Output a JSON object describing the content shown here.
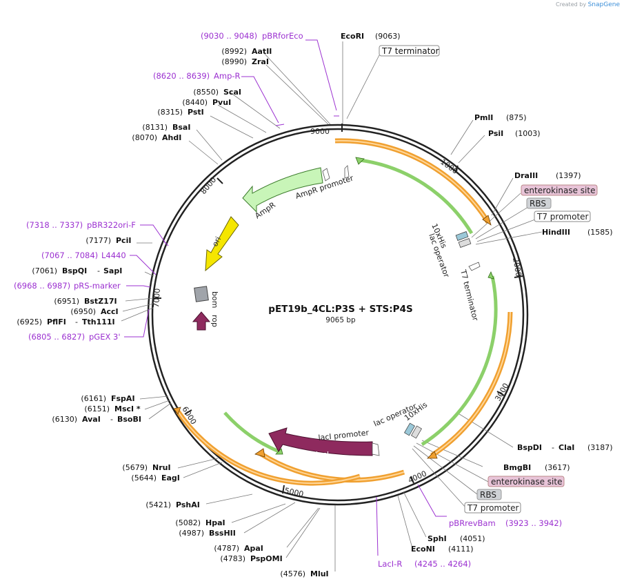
{
  "credit": {
    "prefix": "Created by",
    "brand": "SnapGene"
  },
  "plasmid": {
    "name": "pET19b_4CL:P3S + STS:P4S",
    "length": "9065 bp"
  },
  "ticks": [
    "1000",
    "2000",
    "3000",
    "4000",
    "5000",
    "6000",
    "7000",
    "8000",
    "9000"
  ],
  "colors": {
    "feature_orange": "#f0a030",
    "feature_green": "#8cd06a",
    "lacI": "#8e2a5e",
    "ori": "#f5e600",
    "primer": "#9b30d0",
    "enterokinase_bg": "#e8c4d8",
    "rbs_bg": "#cfd2d6"
  },
  "sites": [
    {
      "name": "EcoRI",
      "pos": "(9063)"
    },
    {
      "name": "AatII",
      "pos": "(8992)"
    },
    {
      "name": "ZraI",
      "pos": "(8990)"
    },
    {
      "name": "ScaI",
      "pos": "(8550)"
    },
    {
      "name": "PvuI",
      "pos": "(8440)"
    },
    {
      "name": "PstI",
      "pos": "(8315)"
    },
    {
      "name": "BsaI",
      "pos": "(8131)"
    },
    {
      "name": "AhdI",
      "pos": "(8070)"
    },
    {
      "name": "PciI",
      "pos": "(7177)"
    },
    {
      "name": "BspQI",
      "pos": "(7061)",
      "alt": "SapI"
    },
    {
      "name": "BstZ17I",
      "pos": "(6951)"
    },
    {
      "name": "AccI",
      "pos": "(6950)"
    },
    {
      "name": "PflFI",
      "pos": "(6925)",
      "alt": "Tth111I"
    },
    {
      "name": "FspAI",
      "pos": "(6161)"
    },
    {
      "name": "MscI *",
      "pos": "(6151)"
    },
    {
      "name": "AvaI",
      "pos": "(6130)",
      "alt": "BsoBI"
    },
    {
      "name": "NruI",
      "pos": "(5679)"
    },
    {
      "name": "EagI",
      "pos": "(5644)"
    },
    {
      "name": "PshAI",
      "pos": "(5421)"
    },
    {
      "name": "HpaI",
      "pos": "(5082)"
    },
    {
      "name": "BssHII",
      "pos": "(4987)"
    },
    {
      "name": "ApaI",
      "pos": "(4787)"
    },
    {
      "name": "PspOMI",
      "pos": "(4783)"
    },
    {
      "name": "MluI",
      "pos": "(4576)"
    },
    {
      "name": "EcoNI",
      "pos": "(4111)"
    },
    {
      "name": "SphI",
      "pos": "(4051)"
    },
    {
      "name": "BmgBI",
      "pos": "(3617)"
    },
    {
      "name": "BspDI",
      "pos": "(3187)",
      "alt": "ClaI"
    },
    {
      "name": "HindIII",
      "pos": "(1585)"
    },
    {
      "name": "DraIII",
      "pos": "(1397)"
    },
    {
      "name": "PsiI",
      "pos": "(1003)"
    },
    {
      "name": "PmlI",
      "pos": "(875)"
    }
  ],
  "primers": [
    {
      "name": "pBRforEco",
      "range": "(9030 .. 9048)"
    },
    {
      "name": "Amp-R",
      "range": "(8620 .. 8639)"
    },
    {
      "name": "pBR322ori-F",
      "range": "(7318 .. 7337)"
    },
    {
      "name": "L4440",
      "range": "(7067 .. 7084)"
    },
    {
      "name": "pRS-marker",
      "range": "(6968 .. 6987)"
    },
    {
      "name": "pGEX 3'",
      "range": "(6805 .. 6827)"
    },
    {
      "name": "LacI-R",
      "range": "(4245 .. 4264)"
    },
    {
      "name": "pBRrevBam",
      "range": "(3923 .. 3942)"
    }
  ],
  "boxed": {
    "t7_terminator_top": "T7 terminator",
    "enterokinase_1": "enterokinase site",
    "rbs_1": "RBS",
    "t7_promoter_1": "T7 promoter",
    "enterokinase_2": "enterokinase site",
    "rbs_2": "RBS",
    "t7_promoter_2": "T7 promoter"
  },
  "features": {
    "ampr": "AmpR",
    "ampr_promoter": "AmpR promoter",
    "ori": "ori",
    "bom": "bom",
    "rop": "rop",
    "tag_1": "10xHis",
    "lac_op_1": "lac operator",
    "t7_term_inner": "T7 terminator",
    "laci": "lacI",
    "laci_promoter": "lacI promoter",
    "lac_op_2": "lac operator",
    "tag_2": "10xHis"
  }
}
